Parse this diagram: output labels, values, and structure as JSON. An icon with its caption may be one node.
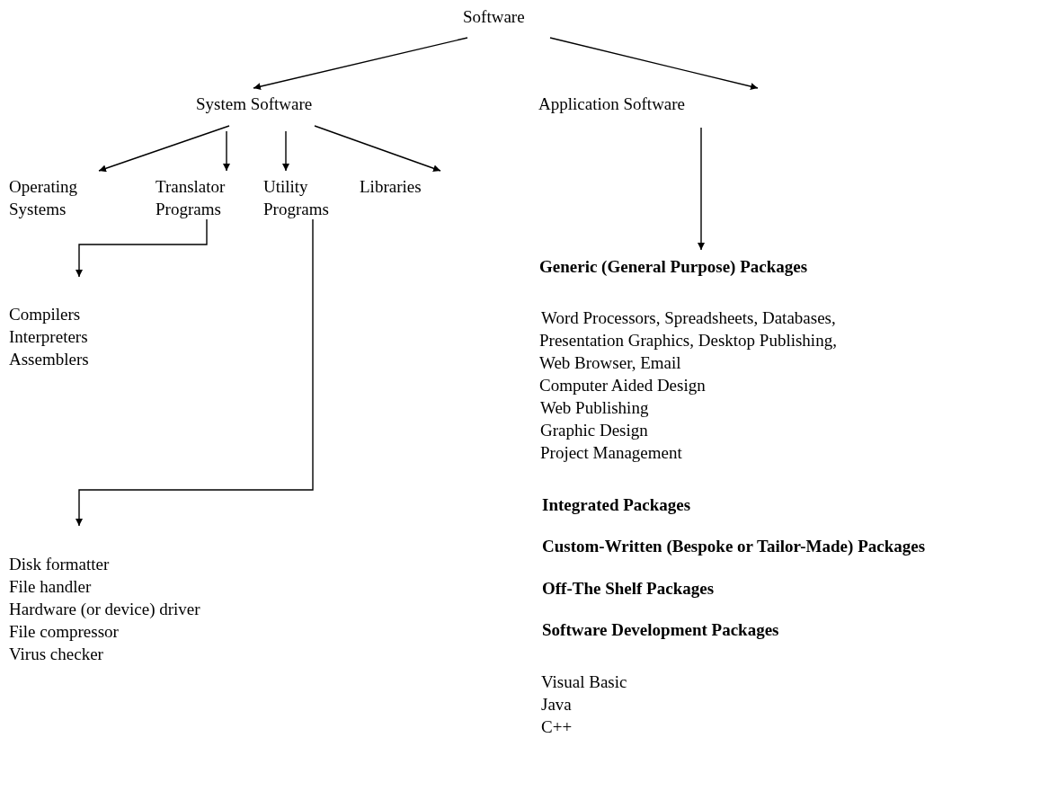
{
  "diagram": {
    "nodes": [
      {
        "text": [
          "Software"
        ]
      },
      {
        "text": [
          "System Software"
        ]
      },
      {
        "text": [
          "Application Software"
        ]
      },
      {
        "text": [
          "Operating Systems"
        ]
      },
      {
        "text": [
          "Translator Programs"
        ]
      },
      {
        "text": [
          "Utility Programs"
        ]
      },
      {
        "text": [
          "Libraries"
        ]
      },
      {
        "text": [
          "Compilers",
          "Interpreters",
          "Assemblers"
        ]
      },
      {
        "text": [
          "Disk formatter",
          "File handler",
          "Hardware (or device) driver",
          "File compressor",
          "Virus checker"
        ]
      },
      {
        "text": [
          "Generic (General Purpose) Packages"
        ]
      }
    ],
    "edges": [
      {
        "from": 0,
        "to": 1,
        "arrow": "to"
      },
      {
        "from": 0,
        "to": 2,
        "arrow": "to"
      },
      {
        "from": 1,
        "to": 3,
        "arrow": "to"
      },
      {
        "from": 1,
        "to": 4,
        "arrow": "to"
      },
      {
        "from": 1,
        "to": 5,
        "arrow": "to"
      },
      {
        "from": 1,
        "to": 6,
        "arrow": "to"
      },
      {
        "from": 4,
        "to": 7,
        "arrow": "to"
      },
      {
        "from": 5,
        "to": 8,
        "arrow": "to"
      },
      {
        "from": 2,
        "to": 9,
        "arrow": "to"
      }
    ],
    "labels": [
      "Word Processors, Spreadsheets, Databases,",
      "Presentation Graphics, Desktop Publishing,",
      "Web Browser, Email",
      "Computer Aided Design",
      "Web Publishing",
      "Graphic Design",
      "Project Management",
      "Integrated Packages",
      "Custom-Written (Bespoke or Tailor-Made) Packages",
      "Off-The Shelf Packages",
      "Software Development Packages",
      "Visual Basic",
      "Java",
      "C++"
    ]
  }
}
